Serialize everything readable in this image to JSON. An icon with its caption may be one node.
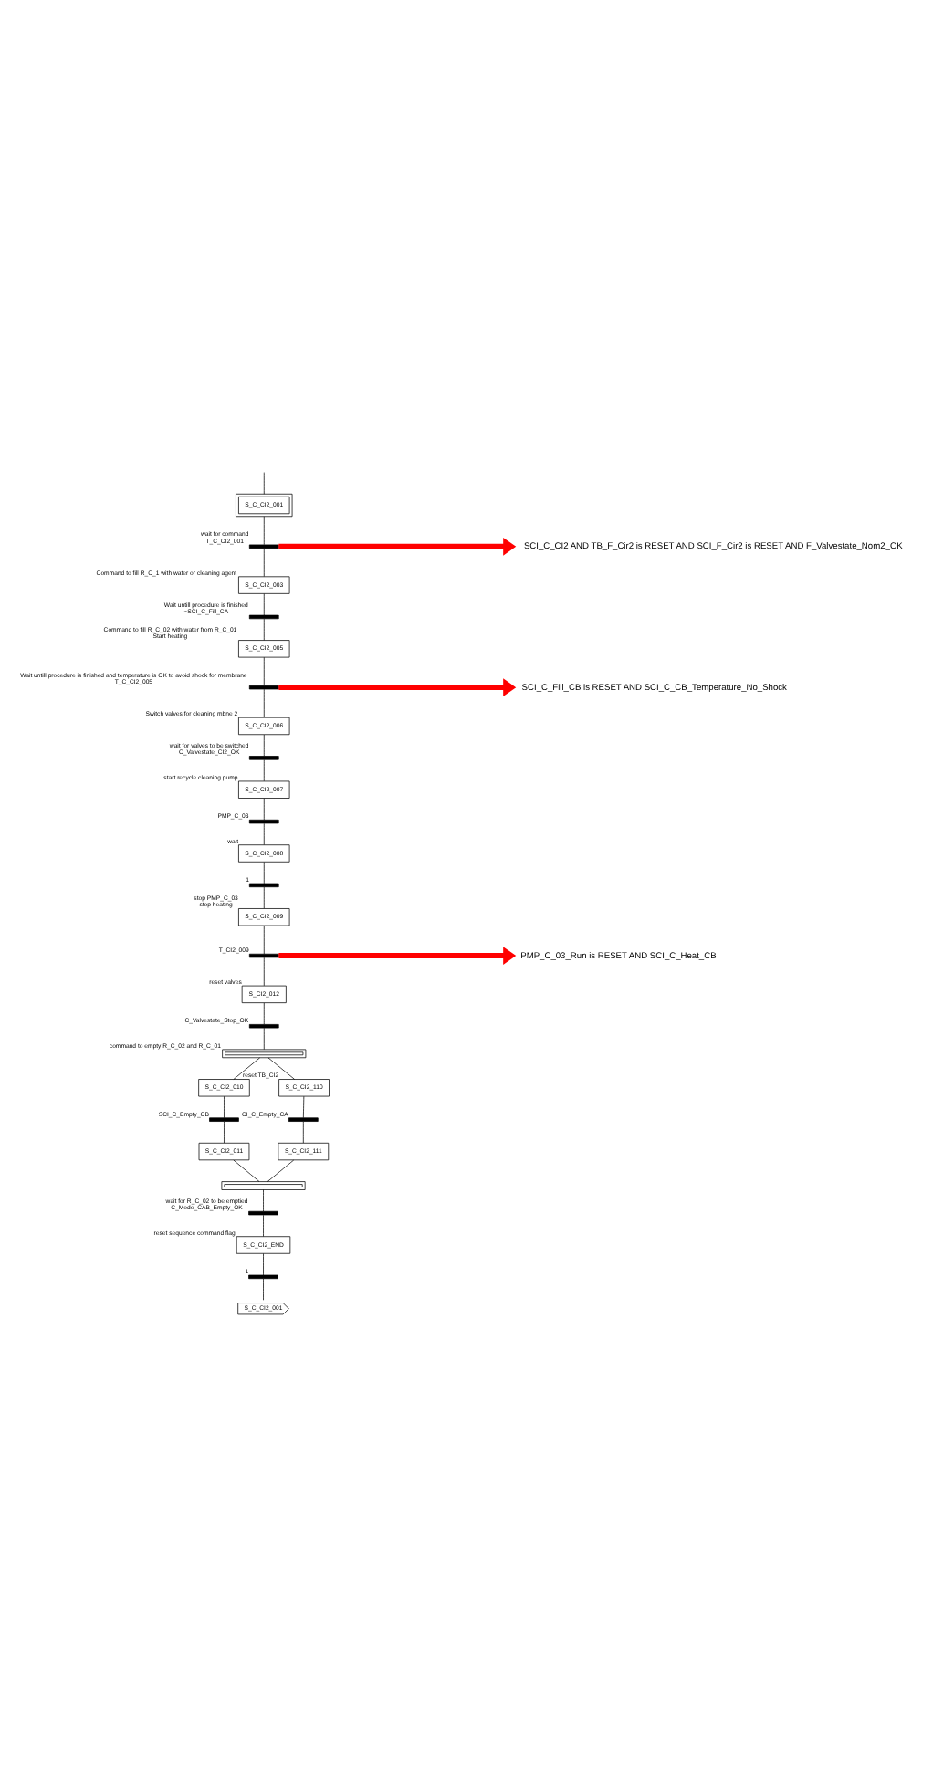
{
  "diagram": {
    "nodes": [
      {
        "text": [
          "S_C_CI2_001"
        ]
      },
      {
        "text": [],
        "shape": "bar",
        "beside": [
          "wait for command",
          "T_C_CI2_001"
        ]
      },
      {
        "text": [
          "SCI_C_CI2 AND TB_F_Cir2 is RESET AND SCI_F_Cir2 is RESET AND F_Valvestate_Nom2_OK"
        ]
      },
      {
        "text": [
          "S_C_CI2_003"
        ],
        "beside": [
          "Command to fill R_C_1 with water or cleaning agent"
        ]
      },
      {
        "text": [],
        "shape": "bar",
        "beside": [
          "Wait untill procedure is finished",
          "~SCI_C_Fill_CA"
        ]
      },
      {
        "text": [
          "S_C_CI2_005"
        ],
        "beside": [
          "Command to fill R_C_02 with water from R_C_01",
          "Start heating"
        ]
      },
      {
        "text": [],
        "shape": "bar",
        "beside": [
          "Wait untill procedure is finished and temperature is OK to avoid shock for membrane",
          "T_C_CI2_005"
        ]
      },
      {
        "text": [
          "SCI_C_Fill_CB is RESET AND SCI_C_CB_Temperature_No_Shock"
        ]
      },
      {
        "text": [
          "S_C_CI2_006"
        ],
        "beside": [
          "Switch valves for cleaning mbne 2"
        ]
      },
      {
        "text": [],
        "shape": "bar",
        "beside": [
          "wait for valves to be switched",
          "C_Valvestate_CI2_OK"
        ]
      },
      {
        "text": [
          "S_C_CI2_007"
        ],
        "beside": [
          "start recycle cleaning pump"
        ]
      },
      {
        "text": [],
        "shape": "bar",
        "beside": [
          "PMP_C_03"
        ]
      },
      {
        "text": [
          "S_C_CI2_008"
        ],
        "beside": [
          "wait"
        ]
      },
      {
        "text": [],
        "shape": "bar",
        "beside": [
          "1"
        ]
      },
      {
        "text": [
          "S_C_CI2_009"
        ],
        "beside": [
          "stop PMP_C_03",
          "stop heating"
        ]
      },
      {
        "text": [],
        "shape": "bar",
        "beside": [
          "T_CI2_009"
        ]
      },
      {
        "text": [
          "PMP_C_03_Run is RESET AND SCI_C_Heat_CB"
        ]
      },
      {
        "text": [
          "S_CI2_012"
        ],
        "beside": [
          "reset valves"
        ]
      },
      {
        "text": [],
        "shape": "bar",
        "beside": [
          "C_Valvestate_Stop_OK"
        ]
      },
      {
        "text": [],
        "shape": "bar",
        "beside": [
          "command to empty R_C_02 and R_C_01"
        ]
      },
      {
        "text": [
          "S_C_CI2_010"
        ]
      },
      {
        "text": [
          "S_C_CI2_110"
        ],
        "beside": [
          "reset TB_CI2"
        ]
      },
      {
        "text": [],
        "shape": "bar",
        "beside": [
          "SCI_C_Empty_CB"
        ]
      },
      {
        "text": [],
        "shape": "bar",
        "beside": [
          "CI_C_Empty_CA"
        ]
      },
      {
        "text": [
          "S_C_CI2_011"
        ]
      },
      {
        "text": [
          "S_C_CI2_111"
        ]
      },
      {
        "text": [],
        "shape": "bar"
      },
      {
        "text": [],
        "shape": "bar",
        "beside": [
          "wait for R_C_02 to be emptied",
          "C_Mode_CAB_Empty_OK"
        ]
      },
      {
        "text": [
          "S_C_CI2_END"
        ],
        "beside": [
          "reset sequence command flag"
        ]
      },
      {
        "text": [],
        "shape": "bar",
        "beside": [
          "1"
        ]
      },
      {
        "text": [
          "S_C_CI2_001"
        ]
      }
    ],
    "edges": [
      {
        "from": null,
        "to": 0,
        "arrow": "none"
      },
      {
        "from": 0,
        "to": 1,
        "arrow": "none"
      },
      {
        "from": 1,
        "to": 2,
        "arrow": "to",
        "style": "thick",
        "color": "#ff0000"
      },
      {
        "from": 1,
        "to": 3,
        "arrow": "none"
      },
      {
        "from": 3,
        "to": 4,
        "arrow": "none"
      },
      {
        "from": 4,
        "to": 5,
        "arrow": "none"
      },
      {
        "from": 5,
        "to": 6,
        "arrow": "none"
      },
      {
        "from": 6,
        "to": 7,
        "arrow": "to",
        "style": "thick",
        "color": "#ff0000"
      },
      {
        "from": 6,
        "to": 8,
        "arrow": "none"
      },
      {
        "from": 8,
        "to": 9,
        "arrow": "none"
      },
      {
        "from": 9,
        "to": 10,
        "arrow": "none"
      },
      {
        "from": 10,
        "to": 11,
        "arrow": "none"
      },
      {
        "from": 11,
        "to": 12,
        "arrow": "none"
      },
      {
        "from": 12,
        "to": 13,
        "arrow": "none"
      },
      {
        "from": 13,
        "to": 14,
        "arrow": "none"
      },
      {
        "from": 14,
        "to": 15,
        "arrow": "none"
      },
      {
        "from": 15,
        "to": 16,
        "arrow": "to",
        "style": "thick",
        "color": "#ff0000"
      },
      {
        "from": 15,
        "to": 17,
        "arrow": "none"
      },
      {
        "from": 17,
        "to": 18,
        "arrow": "none"
      },
      {
        "from": 18,
        "to": 19,
        "arrow": "none"
      },
      {
        "from": 19,
        "to": 20,
        "arrow": "none"
      },
      {
        "from": 19,
        "to": 21,
        "arrow": "none"
      },
      {
        "from": 20,
        "to": 22,
        "arrow": "none"
      },
      {
        "from": 21,
        "to": 23,
        "arrow": "none"
      },
      {
        "from": 22,
        "to": 24,
        "arrow": "none"
      },
      {
        "from": 23,
        "to": 25,
        "arrow": "none"
      },
      {
        "from": 24,
        "to": 26,
        "arrow": "none"
      },
      {
        "from": 25,
        "to": 26,
        "arrow": "none"
      },
      {
        "from": 26,
        "to": 27,
        "arrow": "none"
      },
      {
        "from": 27,
        "to": 28,
        "arrow": "none"
      },
      {
        "from": 28,
        "to": 29,
        "arrow": "none"
      },
      {
        "from": 29,
        "to": 30,
        "arrow": "none"
      }
    ]
  }
}
